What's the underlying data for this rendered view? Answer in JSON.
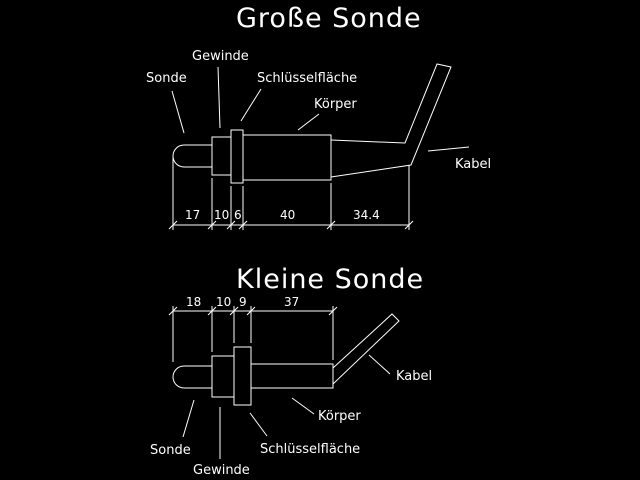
{
  "large": {
    "title": "Große Sonde",
    "labels": {
      "sonde": "Sonde",
      "gewinde": "Gewinde",
      "schluessel": "Schlüsselfläche",
      "koerper": "Körper",
      "kabel": "Kabel"
    },
    "dims": [
      "17",
      "10",
      "6",
      "40",
      "34.4"
    ]
  },
  "small": {
    "title": "Kleine Sonde",
    "labels": {
      "sonde": "Sonde",
      "gewinde": "Gewinde",
      "schluessel": "Schlüsselfläche",
      "koerper": "Körper",
      "kabel": "Kabel"
    },
    "dims": [
      "18",
      "10",
      "9",
      "37"
    ]
  }
}
